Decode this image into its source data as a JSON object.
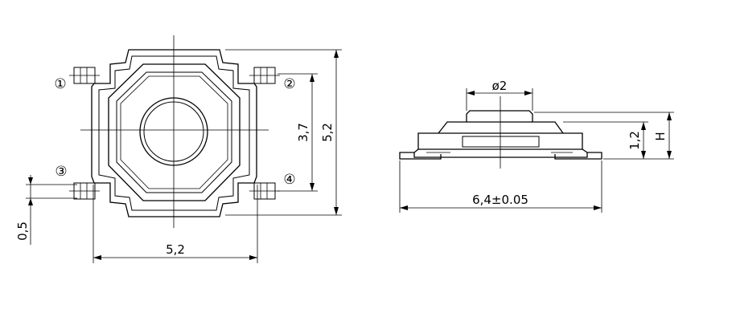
{
  "top_view": {
    "pin_labels": [
      "①",
      "②",
      "③",
      "④"
    ],
    "dim_width": "5,2",
    "dim_height": "5,2",
    "dim_pin_span": "3,7",
    "dim_pin_width": "0,5"
  },
  "side_view": {
    "dim_actuator_dia": "ø2",
    "dim_length": "6,4±0.05",
    "dim_body_height": "1,2",
    "dim_total_height": "H"
  }
}
